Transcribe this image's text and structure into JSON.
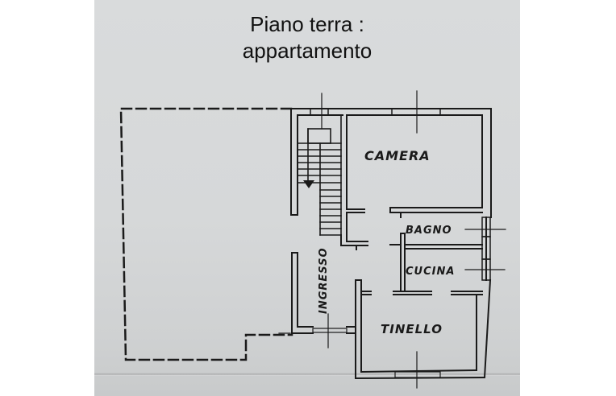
{
  "title": {
    "line1": "Piano terra :",
    "line2": "appartamento"
  },
  "rooms": [
    {
      "id": "camera",
      "label": "CAMERA"
    },
    {
      "id": "bagno",
      "label": "BAGNO"
    },
    {
      "id": "cucina",
      "label": "CUCINA"
    },
    {
      "id": "ingresso",
      "label": "INGRESSO"
    },
    {
      "id": "tinello",
      "label": "TINELLO"
    }
  ],
  "colors": {
    "ink": "#1a1a1a",
    "paper": "#d7d9da",
    "margin": "#ffffff"
  }
}
